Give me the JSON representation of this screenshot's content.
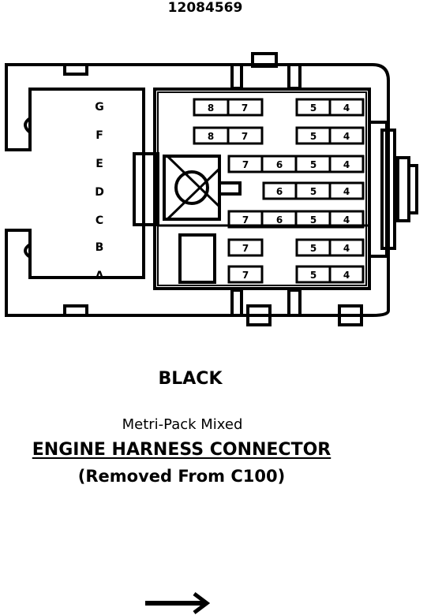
{
  "part_number": "12084569",
  "rows": [
    {
      "letter": "G",
      "pins": [
        "8",
        "7",
        "5",
        "4"
      ]
    },
    {
      "letter": "F",
      "pins": [
        "8",
        "7",
        "5",
        "4"
      ]
    },
    {
      "letter": "E",
      "pins": [
        "7",
        "6",
        "5",
        "4"
      ]
    },
    {
      "letter": "D",
      "pins": [
        "6",
        "5",
        "4"
      ]
    },
    {
      "letter": "C",
      "pins": [
        "7",
        "6",
        "5",
        "4"
      ]
    },
    {
      "letter": "B",
      "pins": [
        "7",
        "5",
        "4"
      ]
    },
    {
      "letter": "A",
      "pins": [
        "7",
        "5",
        "4"
      ]
    }
  ],
  "color_label": "BLACK",
  "connector_type": "Metri-Pack Mixed",
  "connector_name": "ENGINE HARNESS CONNECTOR",
  "connector_note": "(Removed From C100)"
}
